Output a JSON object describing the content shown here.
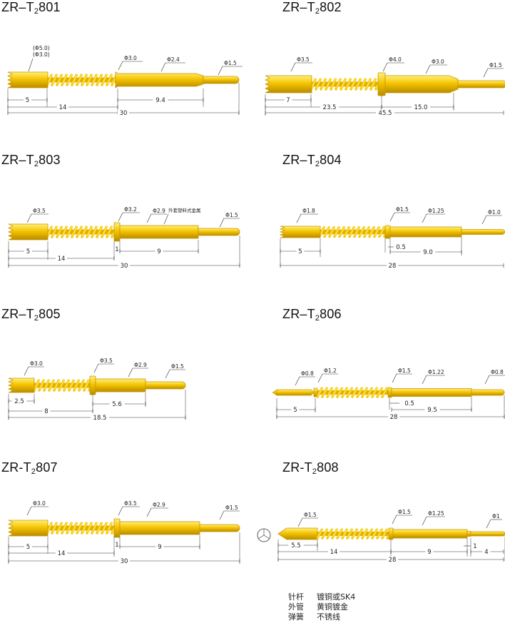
{
  "products": [
    {
      "title_prefix": "ZR–T",
      "title_sub": "2",
      "title_num": "801",
      "labels": [
        "(Φ5.0)",
        "(Φ3.0)",
        "Φ3.0",
        "Φ2.4",
        "Φ1.5"
      ],
      "dims": [
        "5",
        "14",
        "9.4",
        "30"
      ]
    },
    {
      "title_prefix": "ZR–T",
      "title_sub": "2",
      "title_num": "802",
      "labels": [
        "Φ3.5",
        "Φ4.0",
        "Φ3.0",
        "Φ1.5"
      ],
      "dims": [
        "7",
        "23.5",
        "15.0",
        "45.5"
      ]
    },
    {
      "title_prefix": "ZR–T",
      "title_sub": "2",
      "title_num": "803",
      "labels": [
        "Φ3.5",
        "Φ3.2",
        "Φ2.9",
        "外套塑料式金属",
        "Φ1.5"
      ],
      "dims": [
        "5",
        "14",
        "1",
        "9",
        "30"
      ]
    },
    {
      "title_prefix": "ZR–T",
      "title_sub": "2",
      "title_num": "804",
      "labels": [
        "Φ1.8",
        "Φ1.5",
        "Φ1.25",
        "Φ1.0"
      ],
      "dims": [
        "5",
        "0.5",
        "9.0",
        "28"
      ]
    },
    {
      "title_prefix": "ZR–T",
      "title_sub": "2",
      "title_num": "805",
      "labels": [
        "Φ3.0",
        "Φ3.5",
        "Φ2.9",
        "Φ1.5"
      ],
      "dims": [
        "2.5",
        "5.6",
        "8",
        "18.5"
      ]
    },
    {
      "title_prefix": "ZR–T",
      "title_sub": "2",
      "title_num": "806",
      "labels": [
        "Φ0.8",
        "Φ1.2",
        "Φ1.5",
        "Φ1.22",
        "Φ0.8"
      ],
      "dims": [
        "5",
        "0.5",
        "9.5",
        "28"
      ]
    },
    {
      "title_prefix": "ZR-T",
      "title_sub": "2",
      "title_num": "807",
      "labels": [
        "Φ3.0",
        "Φ3.5",
        "Φ2.9",
        "Φ1.5"
      ],
      "dims": [
        "5",
        "14",
        "1",
        "9",
        "30"
      ]
    },
    {
      "title_prefix": "ZR-T",
      "title_sub": "2",
      "title_num": "808",
      "labels": [
        "Φ1.5",
        "Φ1.5",
        "Φ1.25",
        "Φ1"
      ],
      "dims": [
        "5.5",
        "14",
        "9",
        "1",
        "4",
        "28"
      ]
    }
  ],
  "legend": [
    {
      "part": "针杆",
      "material": "镀铜或SK4"
    },
    {
      "part": "外管",
      "material": "黄铜镀金"
    },
    {
      "part": "弹簧",
      "material": "不锈线"
    }
  ],
  "colors": {
    "gold": "#f2c200",
    "gold_dark": "#c99700",
    "gold_light": "#ffe45c",
    "line": "#333333"
  }
}
